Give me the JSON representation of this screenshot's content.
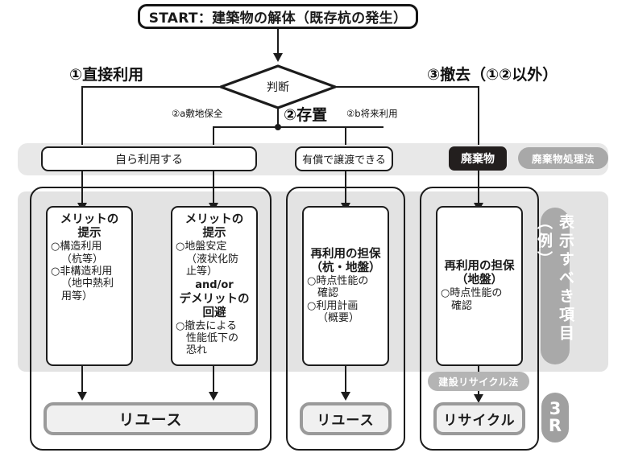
{
  "title_box": {
    "label": "START：建築物の解体（既存杭の発生）"
  },
  "decision": {
    "label": "判断"
  },
  "branches": {
    "left": "①直接利用",
    "middle": "②存置",
    "right": "③撤去（①②以外）",
    "sub_a": "②a敷地保全",
    "sub_b": "②b将来利用"
  },
  "row2": {
    "self_use": "自ら利用する",
    "transfer": "有償で譲渡できる",
    "waste": "廃棄物",
    "waste_law": "廃棄物処理法"
  },
  "columns": [
    {
      "id": "col-merit-structural",
      "head": [
        "メリットの",
        "提示"
      ],
      "items": [
        "○構造利用",
        "（杭等）",
        "○非構造利用",
        "（地中熱利",
        "用等）"
      ],
      "align": "top"
    },
    {
      "id": "col-merit-ground",
      "head": [
        "メリットの",
        "提示"
      ],
      "items": [
        "○地盤安定",
        "（液状化防",
        "止等）"
      ],
      "connector": "and/or",
      "head2": [
        "デメリットの",
        "回避"
      ],
      "items2": [
        "○撤去による",
        "性能低下の",
        "恐れ"
      ],
      "align": "top"
    },
    {
      "id": "col-reuse-pile-ground",
      "head": [
        "再利用の担保",
        "（杭・地盤）"
      ],
      "items": [
        "○時点性能の",
        "確認",
        "○利用計画",
        "（概要）"
      ],
      "align": "center"
    },
    {
      "id": "col-reuse-ground",
      "head": [
        "再利用の担保",
        "（地盤）"
      ],
      "items": [
        "○時点性能の",
        "確認"
      ],
      "align": "center"
    }
  ],
  "outcomes": {
    "reuse_left": "リユース",
    "reuse_mid": "リユース",
    "recycle": "リサイクル",
    "recycle_law": "建設リサイクル法"
  },
  "side": {
    "display_items": "表示すべき項目（例）",
    "three_r_top": "3",
    "three_r_bottom": "R"
  },
  "colors": {
    "ink": "#1c1c1c",
    "dark_fill": "#231f1e",
    "band": "#e8e8e8",
    "panel": "#e3e3e3",
    "pill": "#a8a8a8",
    "grey_button_border": "#9a9a9a",
    "grey_button_fill": "#f0f0f0"
  }
}
